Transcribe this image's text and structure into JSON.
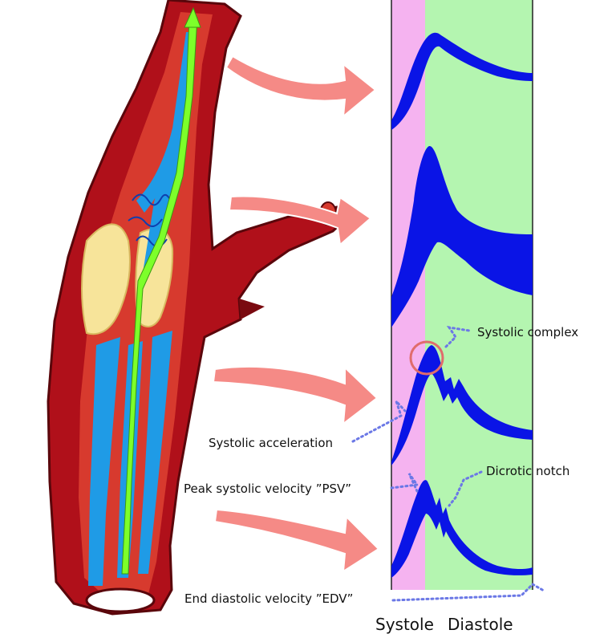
{
  "labels": {
    "systolic_complex": "Systolic complex",
    "systolic_acceleration": "Systolic acceleration",
    "peak_systolic_velocity": "Peak systolic velocity ”PSV”",
    "dicrotic_notch": "Dicrotic notch",
    "end_diastolic_velocity": "End diastolic velocity ”EDV”",
    "systole": "Systole",
    "diastole": "Diastole"
  },
  "colors": {
    "vessel_wall": "#b0101a",
    "vessel_wall_dark": "#7a0a10",
    "vessel_lumen": "#d73a2e",
    "blood_flow_blue": "#1f9be6",
    "fast_flow_green": "#7dff2a",
    "plaque": "#f7e49a",
    "arrow_salmon": "#f58a86",
    "waveform": "#0a14e6",
    "systole_band": "#f5b3f0",
    "diastole_band": "#b4f5b0",
    "callout_dots": "#6b78e6",
    "highlight_circle": "#e06c6c"
  },
  "icons": [
    "artery-stenosis-illustration",
    "flow-arrow",
    "doppler-waveform"
  ]
}
